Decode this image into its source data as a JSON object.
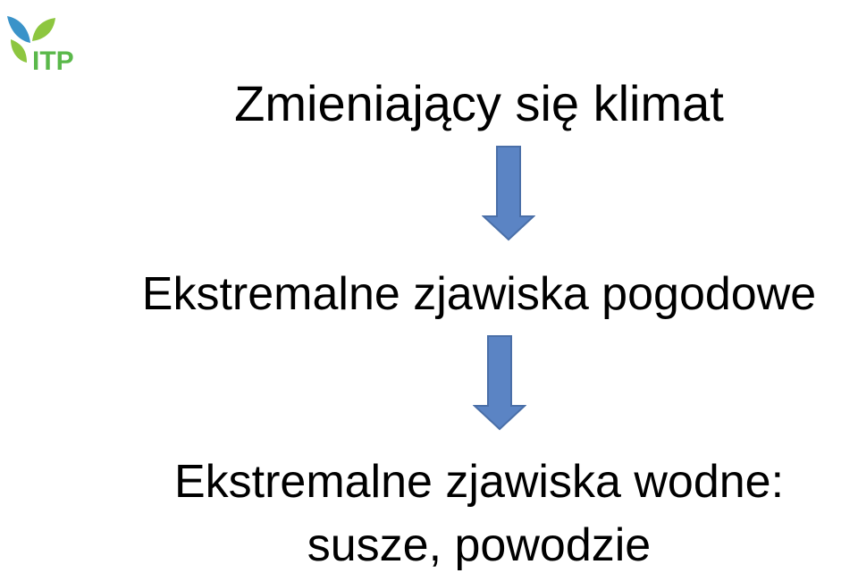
{
  "logo": {
    "text": "ITP",
    "colors": {
      "leaf_left": "#3a93c9",
      "leaf_right": "#8dc63f",
      "text": "#5ab84a"
    }
  },
  "diagram": {
    "steps": [
      {
        "text": "Zmieniający się klimat"
      },
      {
        "text": "Ekstremalne zjawiska pogodowe"
      },
      {
        "text": "Ekstremalne zjawiska wodne:"
      },
      {
        "text": "susze, powodzie"
      }
    ],
    "arrows": [
      {
        "direction": "down",
        "icon": "arrow-down-icon"
      },
      {
        "direction": "down",
        "icon": "arrow-down-icon"
      }
    ],
    "arrow_color": "#5b84c4",
    "arrow_stroke": "#4a6fa8"
  }
}
